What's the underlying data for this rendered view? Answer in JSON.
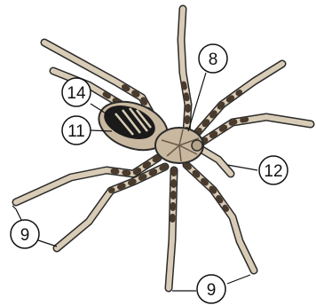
{
  "diagram": {
    "callouts": {
      "c8": "8",
      "c14": "14",
      "c11": "11",
      "c12": "12",
      "c9_left": "9",
      "c9_bottom": "9"
    }
  },
  "colors": {
    "leg_fill": "#d9ccb6",
    "leg_dark": "#4a3a2c",
    "body_fill": "#c9b8a0",
    "outline": "#2b2b2b",
    "stripe": "#1a1a1a"
  }
}
